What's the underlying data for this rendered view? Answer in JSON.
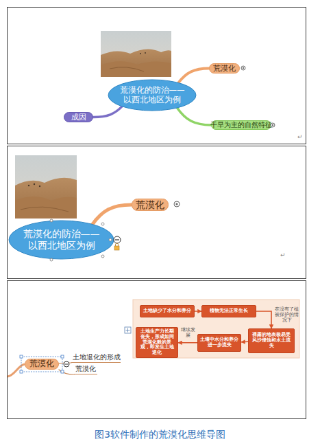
{
  "diagram": {
    "caption": "图3软件制作的荒漠化思维导图",
    "nodes": [
      {
        "text": [
          "荒漠化的防治——以西北地区为例"
        ]
      },
      {
        "text": [
          "荒漠化"
        ]
      },
      {
        "text": [
          "成因"
        ]
      },
      {
        "text": [
          "干旱为主的自然特征"
        ]
      },
      {
        "text": [
          "荒漠化的防治——以西北地区为例"
        ]
      },
      {
        "text": [
          "荒漠化"
        ]
      },
      {
        "text": [
          "土地缺少了水分和养分"
        ]
      },
      {
        "text": [
          "植物无法正常生长"
        ]
      },
      {
        "text": [
          "裸露的地表极易受风沙侵蚀和水土流失"
        ]
      },
      {
        "text": [
          "土壤中水分和养分进一步流失"
        ]
      },
      {
        "text": [
          "土地生产力长期丧失，形成如同荒漠化般的景观，即发生土地退化"
        ]
      },
      {
        "text": [
          "荒漠化"
        ]
      },
      {
        "text": [
          "土地退化的形成"
        ]
      },
      {
        "text": [
          "荒漠化"
        ]
      }
    ],
    "edges": [
      {
        "from": 0,
        "to": 1,
        "arrow": "none"
      },
      {
        "from": 0,
        "to": 2,
        "arrow": "none"
      },
      {
        "from": 0,
        "to": 3,
        "arrow": "none"
      },
      {
        "from": 4,
        "to": 5,
        "arrow": "none"
      },
      {
        "from": 6,
        "to": 7,
        "arrow": "to"
      },
      {
        "from": 7,
        "to": 8,
        "label": "在没有了植被保护的情况下",
        "arrow": "to"
      },
      {
        "from": 8,
        "to": 9,
        "arrow": "to"
      },
      {
        "from": 9,
        "to": 10,
        "label": "继续发展",
        "arrow": "to"
      },
      {
        "from": 11,
        "to": 12,
        "arrow": "none"
      },
      {
        "from": 11,
        "to": 13,
        "arrow": "none"
      }
    ],
    "labels": [
      "↵",
      "↵"
    ]
  }
}
